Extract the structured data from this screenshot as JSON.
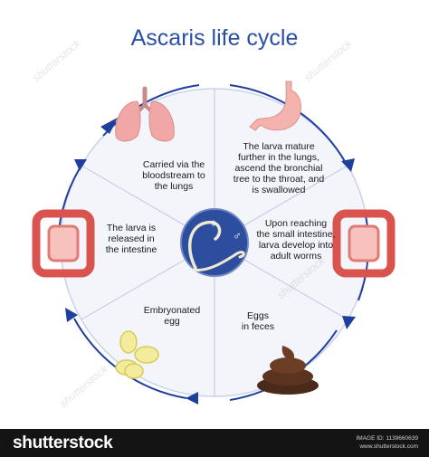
{
  "title": "Ascaris life cycle",
  "steps": [
    {
      "id": "lungs",
      "text": "Carried via the\nbloodstream to\nthe lungs",
      "organ": "lungs-icon"
    },
    {
      "id": "stomach",
      "text": "The larva mature\nfurther in the lungs,\nascend the bronchial\ntree to the throat, and\nis swallowed",
      "organ": "stomach-icon"
    },
    {
      "id": "small-intestine",
      "text": "Upon reaching\nthe small intestine,\nlarva develop into\nadult worms",
      "organ": "intestine-icon"
    },
    {
      "id": "feces",
      "text": "Eggs\nin feces",
      "organ": "feces-icon"
    },
    {
      "id": "egg",
      "text": "Embryonated\negg",
      "organ": "eggs-icon"
    },
    {
      "id": "intestine-release",
      "text": "The larva is\nreleased in\nthe intestine",
      "organ": "intestine-icon"
    }
  ],
  "center": {
    "male_symbol": "♂",
    "female_symbol": "♀"
  },
  "colors": {
    "title": "#2a4fa6",
    "circle_fill": "#f3f5fa",
    "circle_stroke": "#c9d3ea",
    "arrow": "#1f3f9c",
    "center_fill": "#2d4d9e",
    "worm": "#efe9d2"
  },
  "footer": {
    "logo": "shutterstock",
    "image_id": "IMAGE ID: 1139660639",
    "url": "www.shutterstock.com"
  },
  "watermark": "shutterstock"
}
